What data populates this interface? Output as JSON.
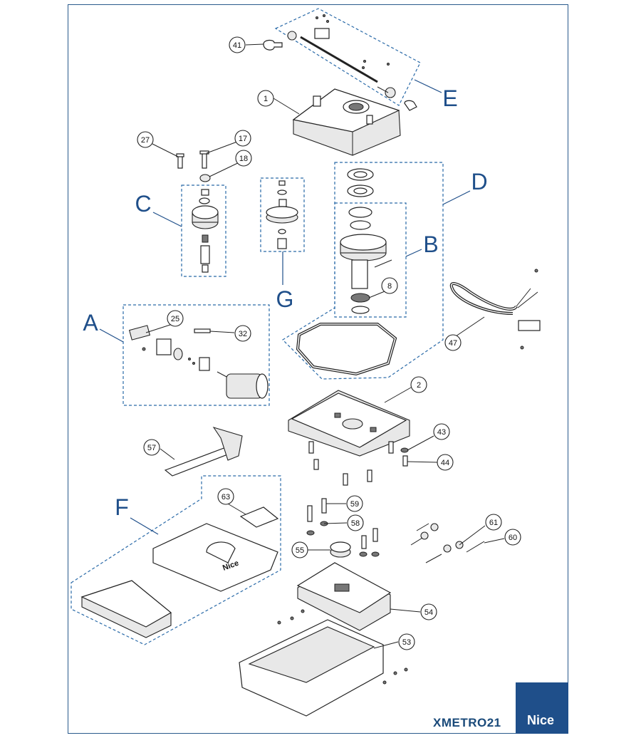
{
  "diagram": {
    "code": "XMETRO21",
    "brand": "Nice",
    "group_labels": [
      "A",
      "B",
      "C",
      "D",
      "E",
      "F",
      "G"
    ],
    "callouts": [
      "1",
      "2",
      "8",
      "17",
      "18",
      "25",
      "27",
      "32",
      "41",
      "43",
      "44",
      "47",
      "53",
      "54",
      "55",
      "57",
      "58",
      "59",
      "60",
      "61",
      "63"
    ],
    "cover_text": "Nice"
  }
}
